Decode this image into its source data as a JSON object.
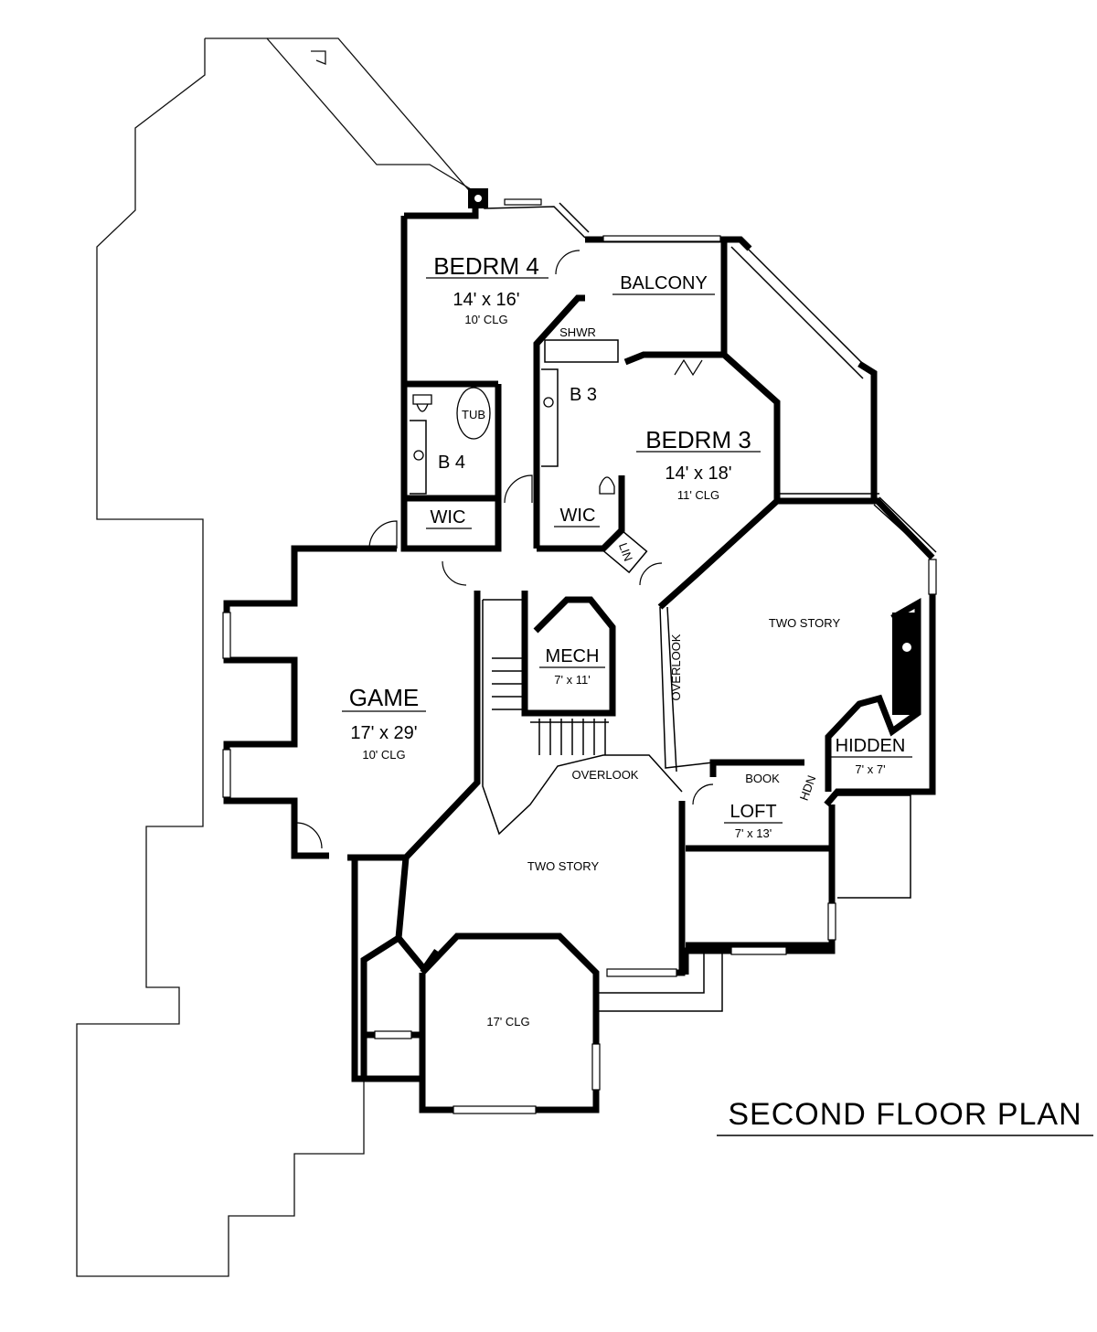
{
  "plan_title": "SECOND FLOOR PLAN",
  "rooms": {
    "bedroom4": {
      "name": "BEDRM 4",
      "size": "14' x 16'",
      "ceiling": "10' CLG"
    },
    "balcony": {
      "name": "BALCONY"
    },
    "shower": {
      "name": "SHWR"
    },
    "bath3": {
      "name": "B 3"
    },
    "bedroom3": {
      "name": "BEDRM 3",
      "size": "14' x 18'",
      "ceiling": "11' CLG"
    },
    "tub": {
      "name": "TUB"
    },
    "bath4": {
      "name": "B 4"
    },
    "wic4": {
      "name": "WIC"
    },
    "wic3": {
      "name": "WIC"
    },
    "linen": {
      "name": "LIN"
    },
    "two_story_right": {
      "name": "TWO STORY"
    },
    "mech": {
      "name": "MECH",
      "size": "7' x 11'"
    },
    "game": {
      "name": "GAME",
      "size": "17' x 29'",
      "ceiling": "10' CLG"
    },
    "overlook_right": {
      "name": "OVERLOOK"
    },
    "hidden": {
      "name": "HIDDEN",
      "size": "7' x 7'"
    },
    "book": {
      "name": "BOOK"
    },
    "hdn": {
      "name": "HDN"
    },
    "loft": {
      "name": "LOFT",
      "size": "7' x 13'"
    },
    "overlook_stair": {
      "name": "OVERLOOK"
    },
    "two_story_center": {
      "name": "TWO STORY"
    },
    "ceiling_17": {
      "name": "17' CLG"
    }
  }
}
